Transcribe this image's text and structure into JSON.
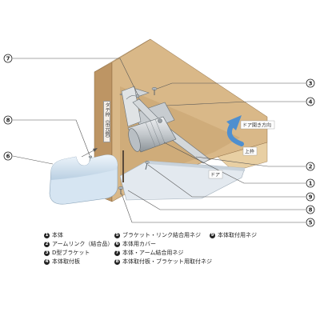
{
  "labels": {
    "door_open_direction": "ドア開き方向",
    "upper_frame": "上枠",
    "door": "ドア",
    "vertical_frame": "タテ枠（吊元側）"
  },
  "callouts": {
    "left": [
      "7",
      "8",
      "6"
    ],
    "right": [
      "3",
      "4",
      "2",
      "1",
      "9",
      "8",
      "5"
    ]
  },
  "legend": [
    {
      "number": "1",
      "label": "本体"
    },
    {
      "number": "2",
      "label": "アームリンク（結合品）"
    },
    {
      "number": "3",
      "label": "D型ブラケット"
    },
    {
      "number": "4",
      "label": "本体取付板"
    },
    {
      "number": "5",
      "label": "ブラケット・リンク結合用ネジ"
    },
    {
      "number": "6",
      "label": "本体用カバー"
    },
    {
      "number": "7",
      "label": "本体・アーム結合用ネジ"
    },
    {
      "number": "8",
      "label": "本体取付板・ブラケット用取付ネジ"
    },
    {
      "number": "9",
      "label": "本体取付用ネジ"
    }
  ],
  "colors": {
    "frame": "#d9b888",
    "frame_dark": "#bd9564",
    "door": "#e3e9ef",
    "cover": "#d6e5f2",
    "arrow": "#4f8fcf"
  }
}
